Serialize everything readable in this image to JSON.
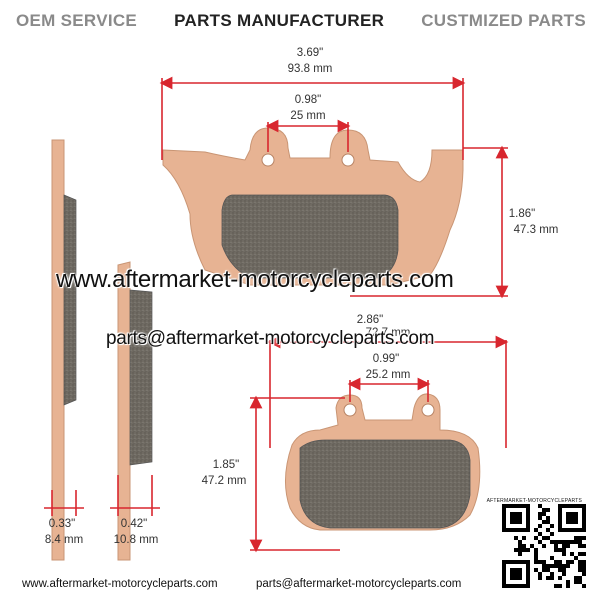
{
  "header": {
    "oem": "OEM SERVICE",
    "manufacturer": "PARTS MANUFACTURER",
    "customized": "CUSTMIZED PARTS"
  },
  "dimensions": {
    "top_width_in": "3.69\"",
    "top_width_mm": "93.8 mm",
    "top_holes_in": "0.98\"",
    "top_holes_mm": "25 mm",
    "top_height_in": "1.86\"",
    "top_height_mm": "47.3 mm",
    "bottom_width_in": "2.86\"",
    "bottom_width_mm": "72.7 mm",
    "bottom_holes_in": "0.99\"",
    "bottom_holes_mm": "25.2 mm",
    "bottom_height_in": "1.85\"",
    "bottom_height_mm": "47.2 mm",
    "side1_thick_in": "0.33\"",
    "side1_thick_mm": "8.4 mm",
    "side2_thick_in": "0.42\"",
    "side2_thick_mm": "10.8 mm"
  },
  "watermark": {
    "url": "www.aftermarket-motorcycleparts.com",
    "email": "parts@aftermarket-motorcycleparts.com"
  },
  "footer": {
    "url": "www.aftermarket-motorcycleparts.com",
    "email": "parts@aftermarket-motorcycleparts.com",
    "qr_caption": "AFTERMARKET-MOTORCYCLEPARTS"
  },
  "colors": {
    "dimension_line": "#d8262e",
    "backing_plate": "#e7b393",
    "friction_pad": "#6f6a62"
  }
}
